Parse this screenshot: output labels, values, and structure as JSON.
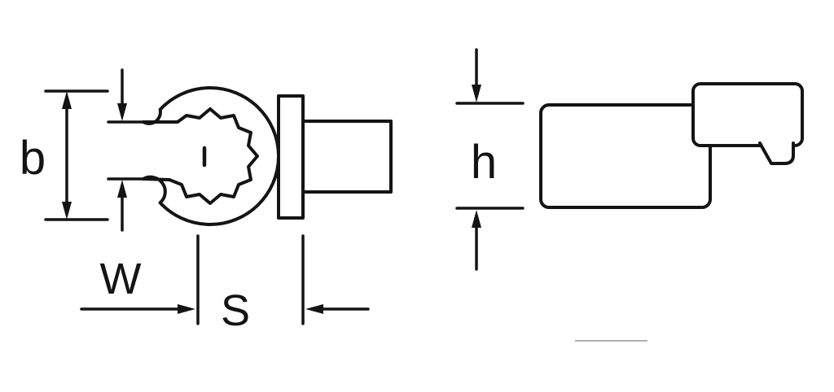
{
  "figure": {
    "labels": {
      "b": "b",
      "w": "W",
      "s": "S",
      "h": "h"
    },
    "colors": {
      "line": "#141414",
      "background": "#ffffff",
      "faint_line": "#b0b0b0"
    }
  }
}
